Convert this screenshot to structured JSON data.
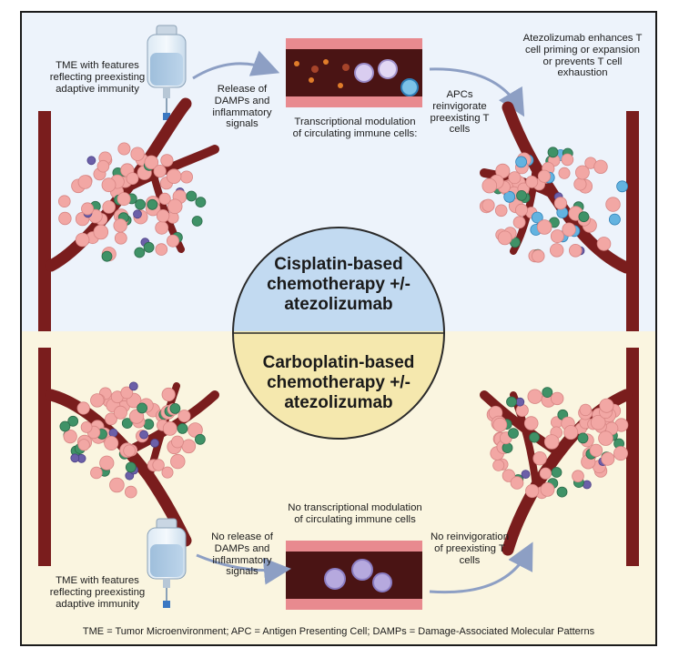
{
  "top": {
    "tme_label": "TME with features reflecting preexisting adaptive immunity",
    "release_label": "Release of DAMPs and inflammatory signals",
    "modulation_label": "Transcriptional modulation of circulating immune cells:",
    "apc_label": "APCs reinvigorate preexisting T cells",
    "atezo_label": "Atezolizumab enhances T cell priming or expansion or prevents T cell exhaustion",
    "circle_title": "Cisplatin-based chemotherapy +/- atezolizumab"
  },
  "bottom": {
    "tme_label": "TME with features reflecting preexisting adaptive immunity",
    "no_release_label": "No release of DAMPs and inflammatory signals",
    "no_modulation_label": "No transcriptional modulation of circulating immune cells",
    "no_reinvigoration_label": "No reinvigoration of preexisting T cells",
    "circle_title": "Carboplatin-based chemotherapy +/- atezolizumab"
  },
  "footer": "TME = Tumor Microenvironment; APC = Antigen Presenting Cell; DAMPs = Damage-Associated Molecular Patterns",
  "colors": {
    "top_background": "#edf3fb",
    "bottom_background": "#faf5e0",
    "circle_top": "#c2daf1",
    "circle_bottom": "#f5e8ae",
    "vessel": "#7a1d1d",
    "tumor_cell": "#f2a7a4",
    "t_cell": "#3f9267",
    "apc": "#6b5fa8",
    "arrow": "#8d9fc4"
  }
}
